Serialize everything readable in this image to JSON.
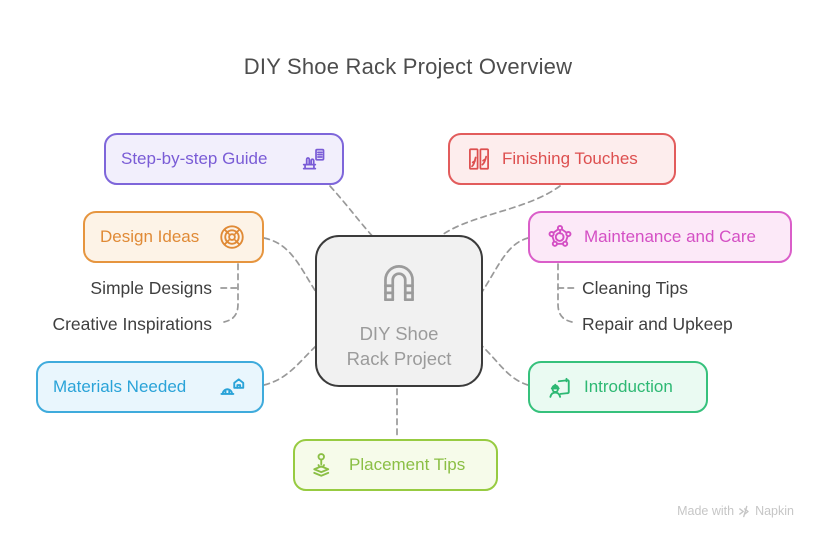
{
  "title": {
    "text": "DIY Shoe Rack Project Overview"
  },
  "center_node": {
    "label_line1": "DIY Shoe",
    "label_line2": "Rack Project",
    "icon": "shoe-rack-icon",
    "border": "#3b3b3b",
    "bg": "#f1f1f1",
    "text": "#9b9b9b"
  },
  "nodes": {
    "step_guide": {
      "label": "Step-by-step Guide",
      "icon": "rack-document-icon",
      "accent": "#7a5cd6",
      "border": "#7e66da",
      "bg": "#f2effc"
    },
    "finishing": {
      "label": "Finishing Touches",
      "icon": "paint-panels-icon",
      "accent": "#dd4f4f",
      "border": "#e25c5c",
      "bg": "#fdeded"
    },
    "design": {
      "label": "Design Ideas",
      "icon": "medallion-icon",
      "accent": "#e08a36",
      "border": "#e6953f",
      "bg": "#fdf3e7"
    },
    "maintenance": {
      "label": "Maintenance and Care",
      "icon": "gear-refresh-icon",
      "accent": "#d44fc4",
      "border": "#da5ec9",
      "bg": "#fce9f8"
    },
    "materials": {
      "label": "Materials Needed",
      "icon": "house-hardhat-icon",
      "accent": "#2aa3d8",
      "border": "#3fabdc",
      "bg": "#e9f6fd"
    },
    "introduction": {
      "label": "Introduction",
      "icon": "worker-board-icon",
      "accent": "#2db873",
      "border": "#36c17c",
      "bg": "#eafaf2"
    },
    "placement": {
      "label": "Placement Tips",
      "icon": "pin-layers-icon",
      "accent": "#8bbf45",
      "border": "#97cb41",
      "bg": "#f6fbea"
    }
  },
  "sub_items": {
    "simple_designs": "Simple Designs",
    "creative_inspirations": "Creative Inspirations",
    "cleaning_tips": "Cleaning Tips",
    "repair_upkeep": "Repair and Upkeep"
  },
  "watermark": {
    "prefix": "Made with",
    "brand": "Napkin",
    "logo": "napkin-logo-icon"
  },
  "colors": {
    "title": "#4d4d4d",
    "sub_item_text": "#3f3f3f",
    "connector": "#999999",
    "watermark": "#c6c6c6",
    "canvas_bg": "#ffffff"
  }
}
